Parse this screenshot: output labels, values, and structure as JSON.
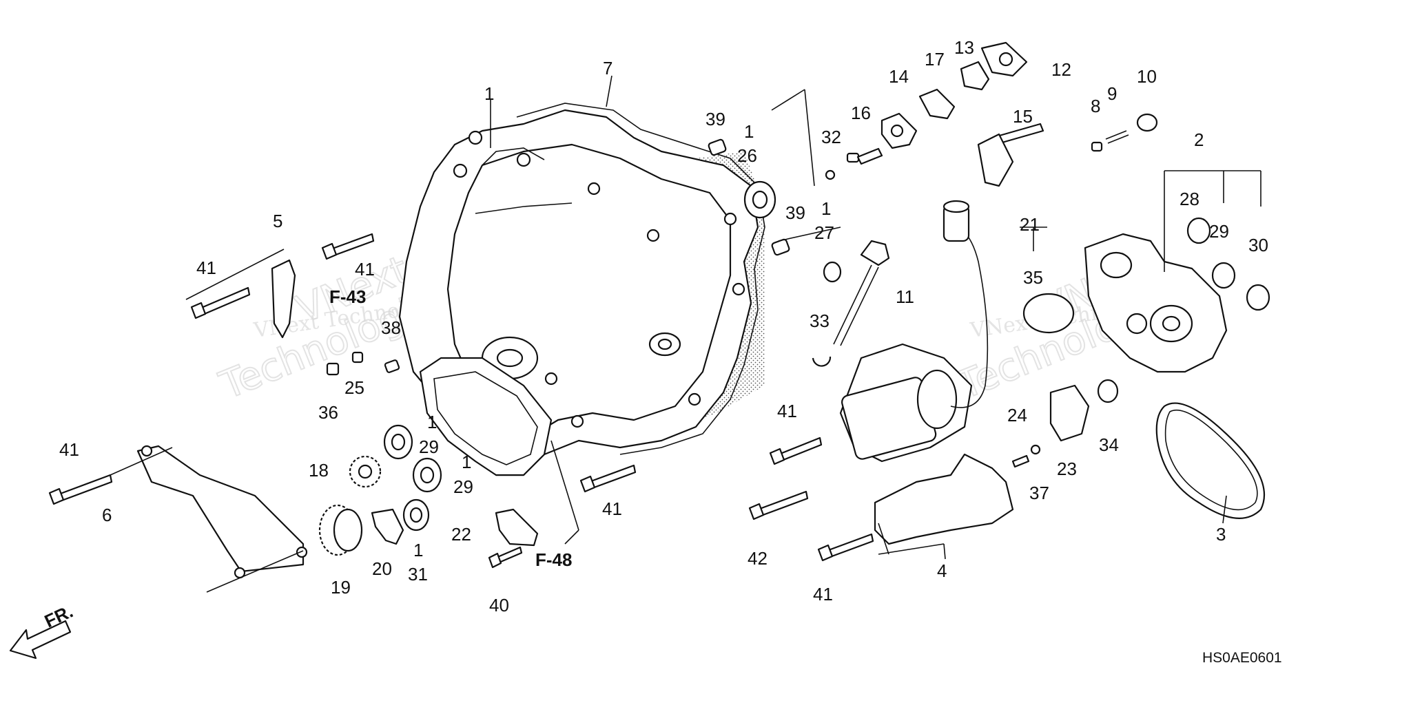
{
  "callouts": {
    "c1a": "1",
    "c1b": "1",
    "c1c": "1",
    "c1d": "1",
    "c1e": "1",
    "c1f": "1",
    "c2": "2",
    "c3": "3",
    "c4": "4",
    "c5": "5",
    "c6": "6",
    "c7": "7",
    "c8": "8",
    "c9": "9",
    "c10": "10",
    "c11": "11",
    "c12": "12",
    "c13": "13",
    "c14": "14",
    "c15": "15",
    "c16": "16",
    "c17": "17",
    "c18": "18",
    "c19": "19",
    "c20": "20",
    "c21": "21",
    "c22": "22",
    "c23": "23",
    "c24": "24",
    "c25": "25",
    "c26": "26",
    "c27": "27",
    "c28": "28",
    "c29a": "29",
    "c29b": "29",
    "c29c": "29",
    "c30": "30",
    "c31": "31",
    "c32": "32",
    "c33": "33",
    "c34": "34",
    "c35": "35",
    "c36": "36",
    "c37": "37",
    "c38": "38",
    "c39a": "39",
    "c39b": "39",
    "c40": "40",
    "c41a": "41",
    "c41b": "41",
    "c41c": "41",
    "c41d": "41",
    "c41e": "41",
    "c41f": "41",
    "c42": "42"
  },
  "references": {
    "f43": "F-43",
    "f48": "F-48"
  },
  "front_marker": "FR.",
  "diagram_code": "HS0AE0601",
  "watermark": {
    "line1": "VNext Technologies",
    "big1": "VNext",
    "big2": "Technologies"
  },
  "colors": {
    "ink": "#111111",
    "watermark": "#cfcfcf",
    "background": "#ffffff"
  }
}
